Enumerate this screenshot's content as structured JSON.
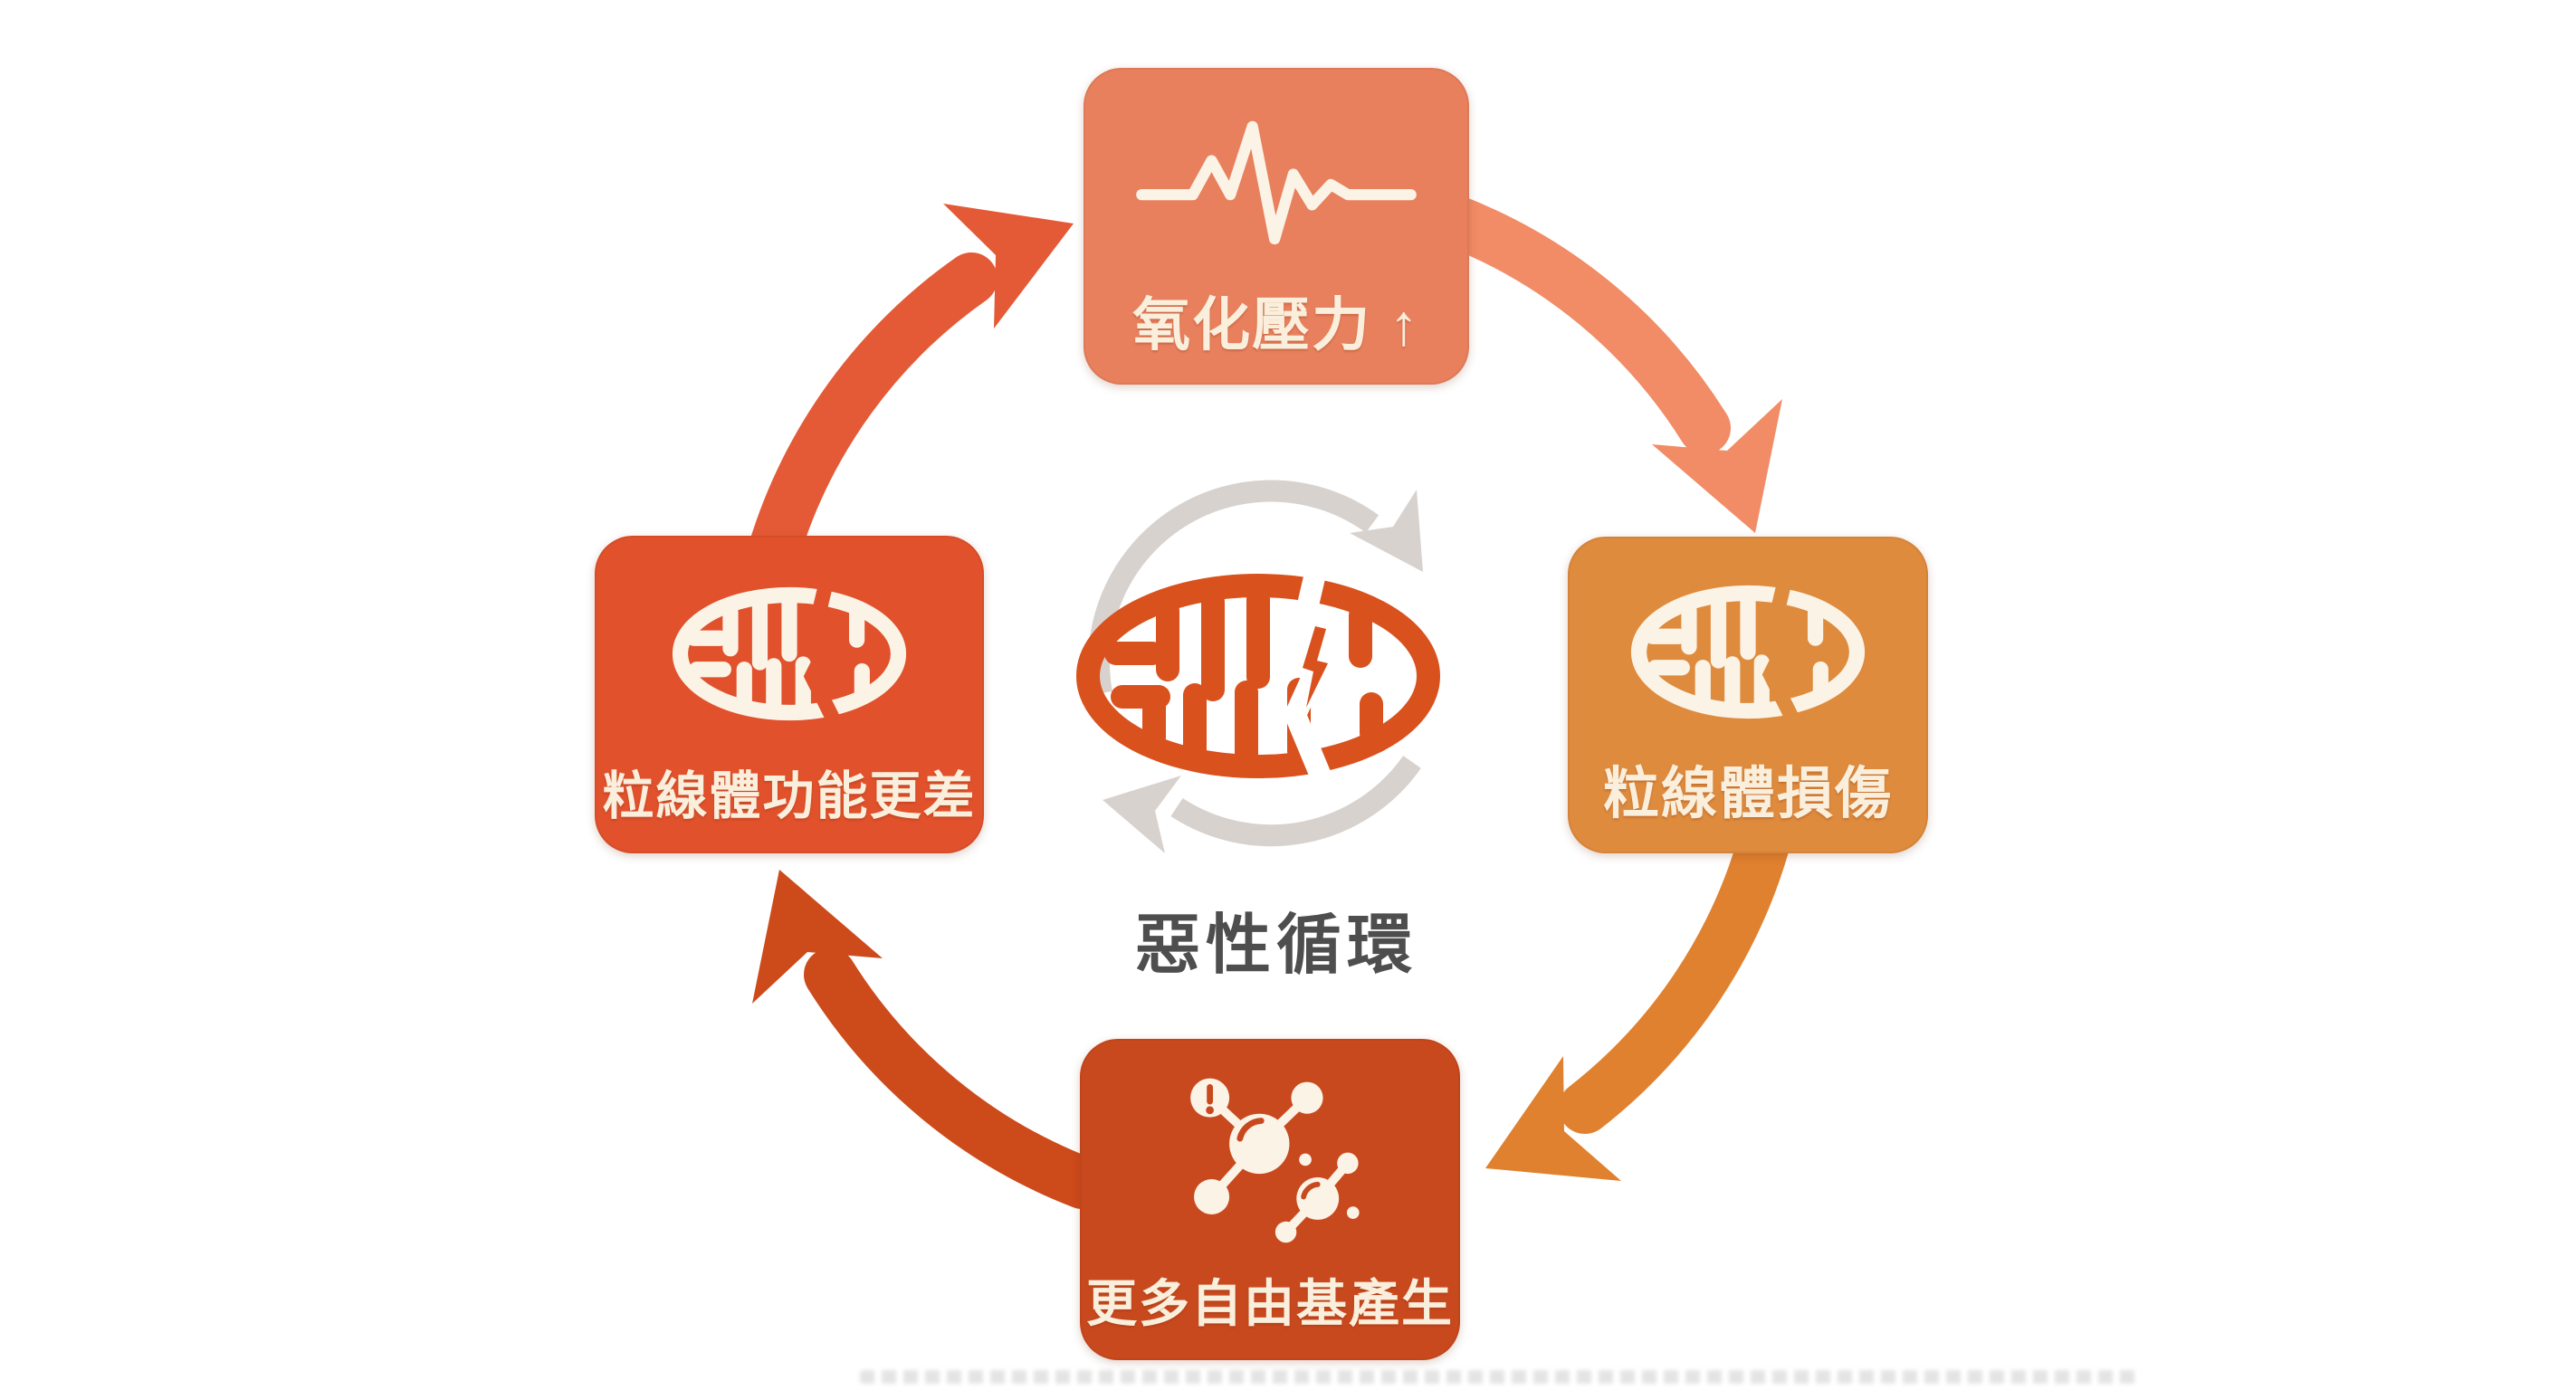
{
  "diagram": {
    "background": "#FFFFFF",
    "center": {
      "label": "惡性循環",
      "label_color": "#4E4E4E",
      "mitochondria_color": "#D9511D",
      "crack_color": "#FFFFFF",
      "cycle_arrow_color": "#D8D2CE",
      "icon": "cracked-mitochondria-icon"
    },
    "nodes": [
      {
        "id": "top",
        "label": "氧化壓力 ↑",
        "color": "#E8805E",
        "text_color": "#FAEFDC",
        "icon": "pulse-ecg-icon"
      },
      {
        "id": "right",
        "label": "粒線體損傷",
        "color": "#DE8B3E",
        "text_color": "#FAEFDC",
        "icon": "cracked-mitochondria-icon"
      },
      {
        "id": "bottom",
        "label": "更多自由基產生",
        "color": "#C9491F",
        "text_color": "#FAEFDC",
        "icon": "free-radical-molecules-icon"
      },
      {
        "id": "left",
        "label": "粒線體功能更差",
        "color": "#E0512C",
        "text_color": "#FAEFDC",
        "icon": "cracked-mitochondria-icon"
      }
    ],
    "arrows": [
      {
        "id": "left-to-top",
        "from": "粒線體功能更差",
        "to": "氧化壓力 ↑",
        "color": "#E45A36",
        "direction": "clockwise"
      },
      {
        "id": "top-to-right",
        "from": "氧化壓力 ↑",
        "to": "粒線體損傷",
        "color": "#F18C66",
        "direction": "clockwise"
      },
      {
        "id": "right-to-bottom",
        "from": "粒線體損傷",
        "to": "更多自由基產生",
        "color": "#E0812F",
        "direction": "clockwise"
      },
      {
        "id": "bottom-to-left",
        "from": "更多自由基產生",
        "to": "粒線體功能更差",
        "color": "#CD4A1B",
        "direction": "clockwise"
      }
    ]
  }
}
